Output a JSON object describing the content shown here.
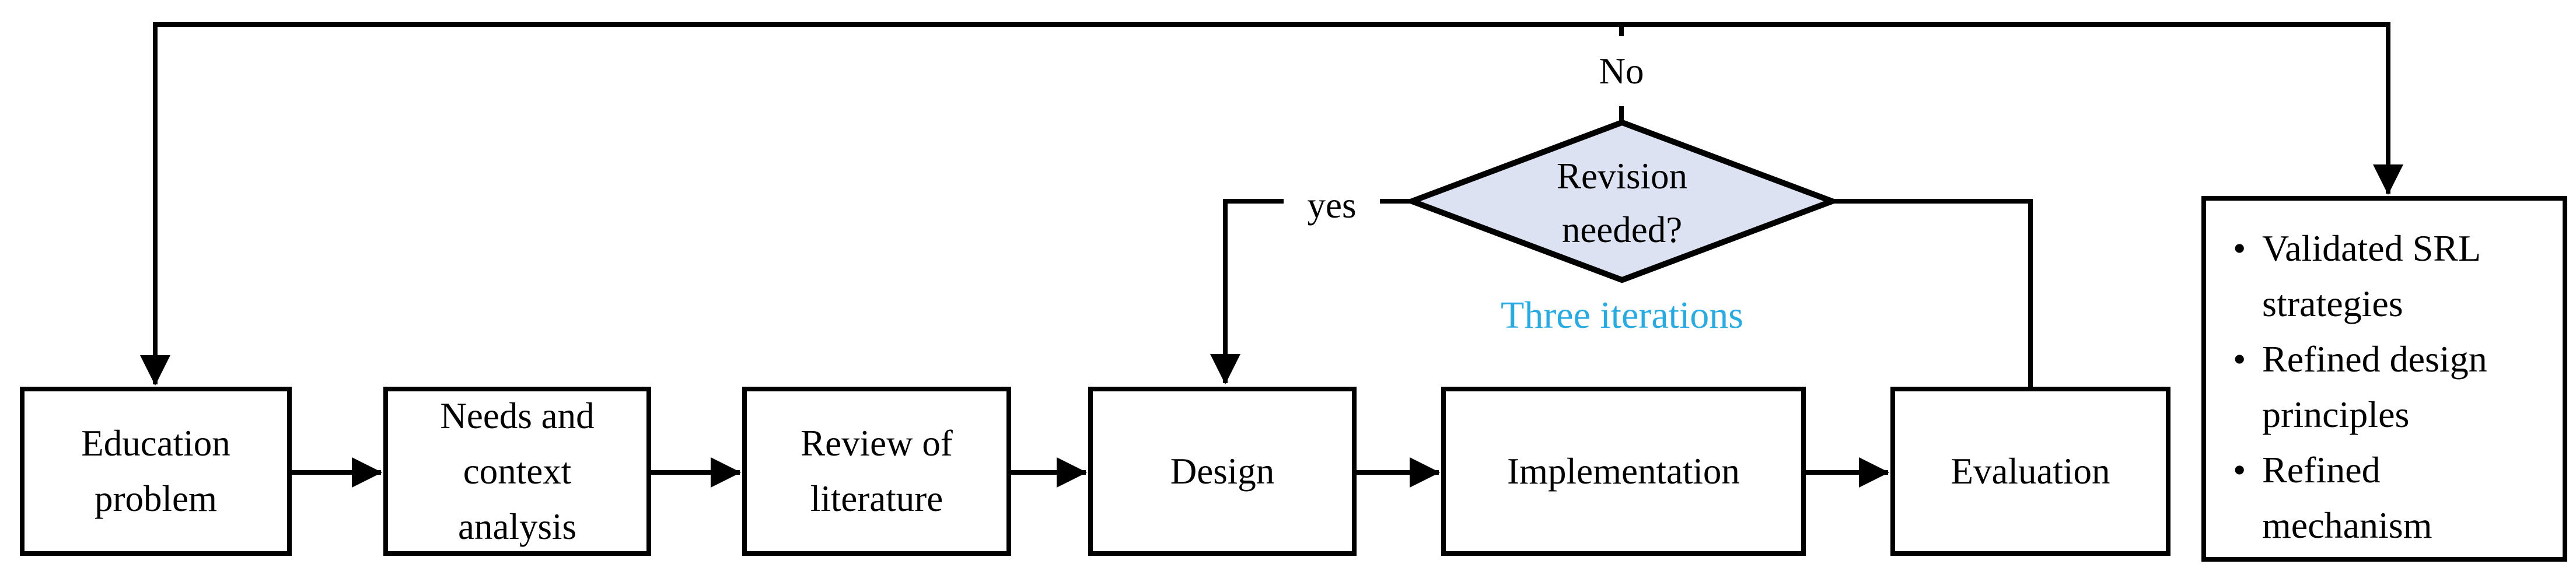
{
  "flowchart": {
    "nodes": [
      {
        "id": "education",
        "label": "Education\nproblem"
      },
      {
        "id": "needs",
        "label": "Needs and\ncontext\nanalysis"
      },
      {
        "id": "review",
        "label": "Review of\nliterature"
      },
      {
        "id": "design",
        "label": "Design"
      },
      {
        "id": "implementation",
        "label": "Implementation"
      },
      {
        "id": "evaluation",
        "label": "Evaluation"
      }
    ],
    "decision": {
      "label": "Revision\nneeded?",
      "fill": "#dce2f1"
    },
    "branch_labels": {
      "no": "No",
      "yes": "yes"
    },
    "annotation": {
      "text": "Three iterations",
      "color": "#29abe2"
    },
    "outputs": {
      "items": [
        "Validated SRL\nstrategies",
        "Refined design\nprinciples",
        "Refined\nmechanism"
      ]
    },
    "colors": {
      "line": "#000000",
      "box_fill": "#ffffff",
      "background": "#ffffff"
    }
  }
}
